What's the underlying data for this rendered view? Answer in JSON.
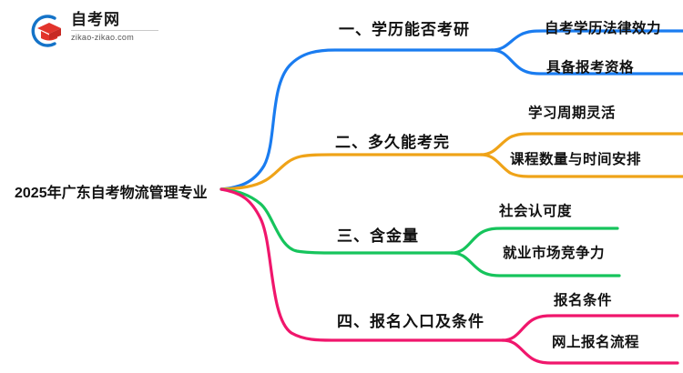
{
  "logo": {
    "title": "自考网",
    "domain": "zikao-zikao.com",
    "mark_arc_color": "#1473c8",
    "mark_cap_color": "#e2342c"
  },
  "mindmap": {
    "root": {
      "label": "2025年广东自考物流管理专业"
    },
    "branches": [
      {
        "label": "一、学历能否考研",
        "color": "#1a7cf0",
        "children": [
          {
            "label": "自考学历法律效力"
          },
          {
            "label": "具备报考资格"
          }
        ]
      },
      {
        "label": "二、多久能考完",
        "color": "#efa318",
        "children": [
          {
            "label": "学习周期灵活"
          },
          {
            "label": "课程数量与时间安排"
          }
        ]
      },
      {
        "label": "三、含金量",
        "color": "#16c45c",
        "children": [
          {
            "label": "社会认可度"
          },
          {
            "label": "就业市场竞争力"
          }
        ]
      },
      {
        "label": "四、报名入口及条件",
        "color": "#f0166c",
        "children": [
          {
            "label": "报名条件"
          },
          {
            "label": "网上报名流程"
          }
        ]
      }
    ]
  }
}
